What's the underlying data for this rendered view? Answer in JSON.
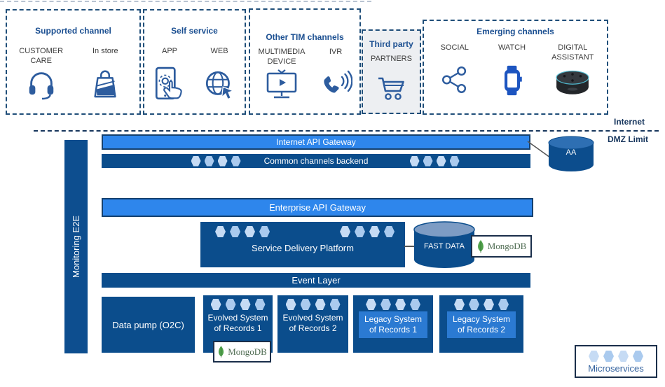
{
  "channel_groups": [
    {
      "title": "Supported channel",
      "items": [
        {
          "label": "CUSTOMER CARE",
          "icon": "headset-icon"
        },
        {
          "label": "In store",
          "icon": "shopping-bag-icon"
        }
      ]
    },
    {
      "title": "Self service",
      "items": [
        {
          "label": "APP",
          "icon": "app-touch-icon"
        },
        {
          "label": "WEB",
          "icon": "web-globe-icon"
        }
      ]
    },
    {
      "title": "Other TIM channels",
      "items": [
        {
          "label": "MULTIMEDIA DEVICE",
          "icon": "multimedia-device-icon"
        },
        {
          "label": "IVR",
          "icon": "phone-waves-icon"
        }
      ]
    },
    {
      "title": "Third party",
      "items": [
        {
          "label": "PARTNERS",
          "icon": "shopping-cart-icon"
        }
      ]
    },
    {
      "title": "Emerging channels",
      "items": [
        {
          "label": "SOCIAL",
          "icon": "share-icon"
        },
        {
          "label": "WATCH",
          "icon": "smartwatch-icon"
        },
        {
          "label": "DIGITAL ASSISTANT",
          "icon": "echo-dot-icon"
        }
      ]
    }
  ],
  "boundary": {
    "internet_label": "Internet",
    "dmz_label": "DMZ Limit"
  },
  "monitoring": {
    "label": "Monitoring E2E"
  },
  "layers": {
    "internet_api_gateway": "Internet API Gateway",
    "common_channels_backend": "Common channels backend",
    "enterprise_api_gateway": "Enterprise API Gateway",
    "service_delivery_platform": "Service Delivery Platform",
    "event_layer": "Event Layer"
  },
  "databases": {
    "aa": "AA",
    "fast_data": "FAST DATA",
    "mongodb": "MongoDB"
  },
  "systems": [
    {
      "label": "Data pump (O2C)"
    },
    {
      "label": "Evolved System of Records 1",
      "badge": "MongoDB"
    },
    {
      "label": "Evolved System of Records 2"
    },
    {
      "label": "Legacy System of Records  1"
    },
    {
      "label": "Legacy System of Records 2"
    }
  ],
  "legend": {
    "label": "Microservices"
  },
  "colors": {
    "light_blue": "#2e86ec",
    "dark_navy": "#0b4d8c",
    "hexagon_fill": "#c6dbf4",
    "border_navy": "#17365d",
    "third_party_gray": "#edeff2",
    "mongo_green": "#4fa14a",
    "watch_blue": "#1d55c0"
  }
}
